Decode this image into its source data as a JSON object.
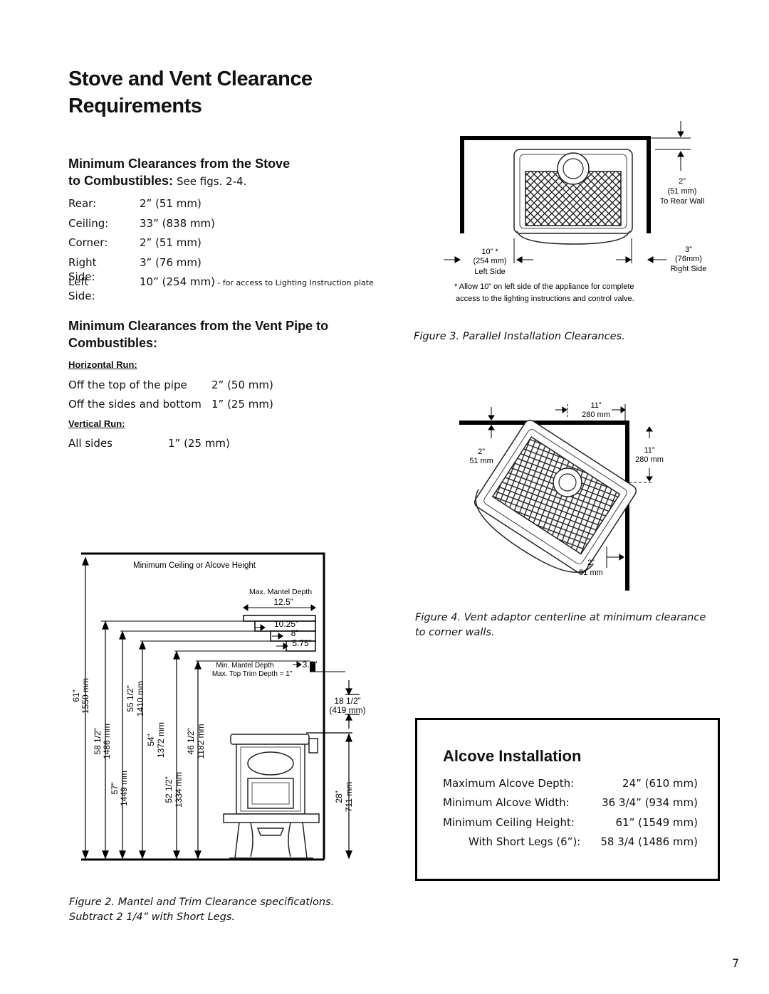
{
  "title_line1": "Stove and Vent Clearance",
  "title_line2": "Requirements",
  "stove_section": {
    "heading_line1": "Minimum Clearances from the Stove",
    "heading_line2": "to Combustibles:",
    "see_figs": "See figs. 2-4.",
    "rows": [
      {
        "label": "Rear:",
        "value": "2”  (51 mm)",
        "note": ""
      },
      {
        "label": "Ceiling:",
        "value": "33”  (838 mm)",
        "note": ""
      },
      {
        "label": "Corner:",
        "value": "2”  (51 mm)",
        "note": ""
      },
      {
        "label": "Right Side:",
        "value": "3”  (76 mm)",
        "note": ""
      },
      {
        "label": "Left Side:",
        "value": "10” (254 mm)",
        "note": " - for access to Lighting Instruction plate"
      }
    ]
  },
  "vent_section": {
    "heading_line1": "Minimum Clearances from the Vent Pipe to",
    "heading_line2": "Combustibles:",
    "horizontal_label": "Horizontal Run:",
    "horizontal_rows": [
      {
        "label": "Off the top of the pipe",
        "value": "2”  (50 mm)"
      },
      {
        "label": "Off the sides and bottom",
        "value": "1”  (25 mm)"
      }
    ],
    "vertical_label": "Vertical Run:",
    "vertical_rows": [
      {
        "label": "All sides",
        "value": "1”  (25 mm)"
      }
    ]
  },
  "figure2": {
    "caption_line1": "Figure 2.  Mantel and Trim Clearance specifications.",
    "caption_line2": "Subtract 2 1/4” with Short Legs.",
    "labels": {
      "min_ceiling": "Minimum Ceiling or Alcove Height",
      "max_mantel_depth": "Max. Mantel Depth",
      "d125": "12.5”",
      "d1025": "10.25”",
      "d8": "8”",
      "d575": "5.75”",
      "min_mantel_depth": "Min. Mantel Depth",
      "d35": "3.5”",
      "max_top_trim": "Max. Top Trim Depth = 1”",
      "h185": "18 1/2”",
      "h185mm": "(419 mm)",
      "v61": "61”",
      "v61mm": "1550 mm",
      "v585": "58 1/2”",
      "v585mm": "1486 mm",
      "v57": "57”",
      "v57mm": "1449 mm",
      "v555": "55 1/2”",
      "v555mm": "1410 mm",
      "v54": "54”",
      "v54mm": "1372 mm",
      "v525": "52 1/2”",
      "v525mm": "1334 mm",
      "v465": "46 1/2”",
      "v465mm": "1182 mm",
      "v28": "28”",
      "v28mm": "711 mm"
    }
  },
  "figure3": {
    "caption": "Figure 3.  Parallel Installation Clearances.",
    "labels": {
      "rear_in": "2”",
      "rear_mm": "(51 mm)",
      "rear_txt": "To Rear Wall",
      "left_in": "10” *",
      "left_mm": "(254 mm)",
      "left_txt": "Left Side",
      "right_in": "3”",
      "right_mm": "(76mm)",
      "right_txt": "Right Side"
    },
    "note_line1": "* Allow 10” on left side of the appliance for complete",
    "note_line2": "access to the lighting instructions and control valve."
  },
  "figure4": {
    "caption_line1": "Figure 4. Vent adaptor centerline at minimum clearance",
    "caption_line2": "to corner walls.",
    "labels": {
      "top_in": "11”",
      "top_mm": "280 mm",
      "left_in": "2”",
      "left_mm": "51 mm",
      "right_in": "11”",
      "right_mm": "280 mm",
      "bottom_in": "2”",
      "bottom_mm": "51 mm"
    }
  },
  "alcove": {
    "title": "Alcove Installation",
    "rows": [
      {
        "label": "Maximum Alcove Depth:",
        "value": "24”  (610 mm)"
      },
      {
        "label": "Minimum Alcove Width:",
        "value": "36 3/4” (934 mm)"
      },
      {
        "label": "Minimum Ceiling Height:",
        "value": "61”  (1549 mm)"
      },
      {
        "label": "With Short Legs (6”):",
        "value": "58 3/4 (1486 mm)"
      }
    ]
  },
  "page_number": "7"
}
